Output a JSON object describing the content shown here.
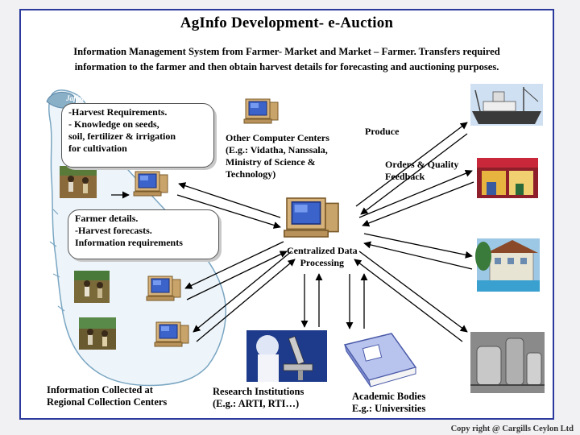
{
  "slide": {
    "title": "AgInfo Development- e-Auction",
    "subtitle_line1": "Information Management System from Farmer- Market and Market – Farmer. Transfers required",
    "subtitle_line2": "information to the farmer and then obtain harvest details for forecasting and auctioning purposes."
  },
  "map": {
    "label": "Jaffna"
  },
  "bubble_top": {
    "line1": "-Harvest Requirements.",
    "line2": "- Knowledge on seeds,",
    "line3": "soil, fertilizer & irrigation",
    "line4": "for cultivation"
  },
  "bubble_bottom": {
    "line1": "Farmer details.",
    "line2": "-Harvest forecasts.",
    "line3": "Information requirements"
  },
  "nodes": {
    "other_centers_line1": "Other Computer Centers",
    "other_centers_line2": "(E.g.: Vidatha, Nanssala,",
    "other_centers_line3": "Ministry of Science &",
    "other_centers_line4": "Technology)",
    "produce": "Produce",
    "orders_line1": "Orders & Quality",
    "orders_line2": "Feedback",
    "central_line1": "Centralized Data",
    "central_line2": "Processing",
    "regional_line1": "Information Collected at",
    "regional_line2": "Regional Collection Centers",
    "research_line1": "Research Institutions",
    "research_line2": "(E.g.: ARTI, RTI…)",
    "academic_line1": "Academic Bodies",
    "academic_line2": "E.g.: Universities"
  },
  "footer": {
    "copyright": "Copy right @ Cargills Ceylon Ltd"
  },
  "colors": {
    "frame": "#2b3a9c",
    "monitor": "#3b63c9",
    "pc_body": "#c9a46a",
    "map": "#8ab0c8"
  }
}
